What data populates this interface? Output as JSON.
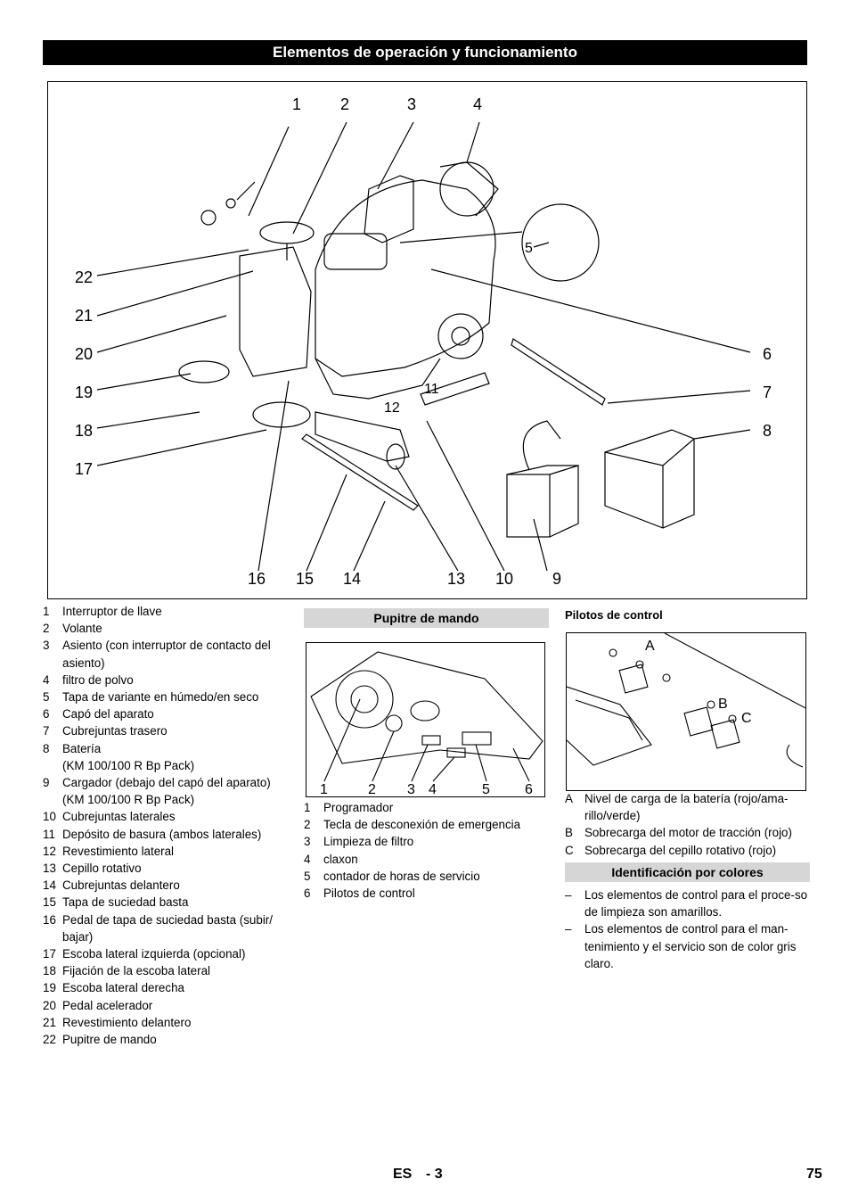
{
  "header": {
    "title": "Elementos de operación y funcionamiento"
  },
  "figure": {
    "callouts_top": [
      "1",
      "2",
      "3",
      "4"
    ],
    "callouts_left": [
      "22",
      "21",
      "20",
      "19",
      "18",
      "17"
    ],
    "callouts_right": [
      "6",
      "7",
      "8"
    ],
    "callouts_bottom": [
      "16",
      "15",
      "14",
      "13",
      "10",
      "9"
    ],
    "callout_inset": "5",
    "callout_11": "11",
    "callout_12": "12"
  },
  "legend": [
    {
      "n": "1",
      "t": "Interruptor de llave"
    },
    {
      "n": "2",
      "t": "Volante"
    },
    {
      "n": "3",
      "t": "Asiento (con interruptor de contacto del asiento)"
    },
    {
      "n": "4",
      "t": "filtro de polvo"
    },
    {
      "n": "5",
      "t": "Tapa de variante en húmedo/en seco"
    },
    {
      "n": "6",
      "t": "Capó del aparato"
    },
    {
      "n": "7",
      "t": "Cubrejuntas trasero"
    },
    {
      "n": "8",
      "t": "Batería"
    },
    {
      "n": "",
      "t": "(KM 100/100 R Bp Pack)"
    },
    {
      "n": "9",
      "t": "Cargador (debajo del capó del aparato)"
    },
    {
      "n": "",
      "t": "(KM 100/100 R Bp Pack)"
    },
    {
      "n": "10",
      "t": "Cubrejuntas laterales"
    },
    {
      "n": "11",
      "t": "Depósito de basura (ambos laterales)"
    },
    {
      "n": "12",
      "t": "Revestimiento lateral"
    },
    {
      "n": "13",
      "t": "Cepillo rotativo"
    },
    {
      "n": "14",
      "t": "Cubrejuntas delantero"
    },
    {
      "n": "15",
      "t": "Tapa de suciedad basta"
    },
    {
      "n": "16",
      "t": "Pedal de tapa de suciedad basta (subir/ bajar)"
    },
    {
      "n": "17",
      "t": "Escoba lateral izquierda (opcional)"
    },
    {
      "n": "18",
      "t": "Fijación de la escoba lateral"
    },
    {
      "n": "19",
      "t": "Escoba lateral derecha"
    },
    {
      "n": "20",
      "t": "Pedal acelerador"
    },
    {
      "n": "21",
      "t": "Revestimiento delantero"
    },
    {
      "n": "22",
      "t": "Pupitre de mando"
    }
  ],
  "control_panel": {
    "heading": "Pupitre de mando",
    "callouts": [
      "1",
      "2",
      "3",
      "4",
      "5",
      "6"
    ],
    "items": [
      {
        "n": "1",
        "t": "Programador"
      },
      {
        "n": "2",
        "t": "Tecla de desconexión de emergencia"
      },
      {
        "n": "3",
        "t": "Limpieza de filtro"
      },
      {
        "n": "4",
        "t": "claxon"
      },
      {
        "n": "5",
        "t": "contador de horas de servicio"
      },
      {
        "n": "6",
        "t": "Pilotos de control"
      }
    ]
  },
  "pilots": {
    "heading": "Pilotos de control",
    "callout_a": "A",
    "callout_b": "B",
    "callout_c": "C",
    "items": [
      {
        "n": "A",
        "t": "Nivel de carga de la batería (rojo/ama-rillo/verde)"
      },
      {
        "n": "B",
        "t": "Sobrecarga del motor de tracción (rojo)"
      },
      {
        "n": "C",
        "t": "Sobrecarga del cepillo rotativo (rojo)"
      }
    ]
  },
  "colors_section": {
    "heading": "Identificación por colores",
    "items": [
      {
        "n": "–",
        "t": "Los elementos de control para el proce-so de limpieza son amarillos."
      },
      {
        "n": "–",
        "t": "Los elementos de control para el man-tenimiento y el servicio son de color gris claro."
      }
    ]
  },
  "footer": {
    "lang": "ES",
    "page_ref": "- 3",
    "page_number": "75"
  }
}
